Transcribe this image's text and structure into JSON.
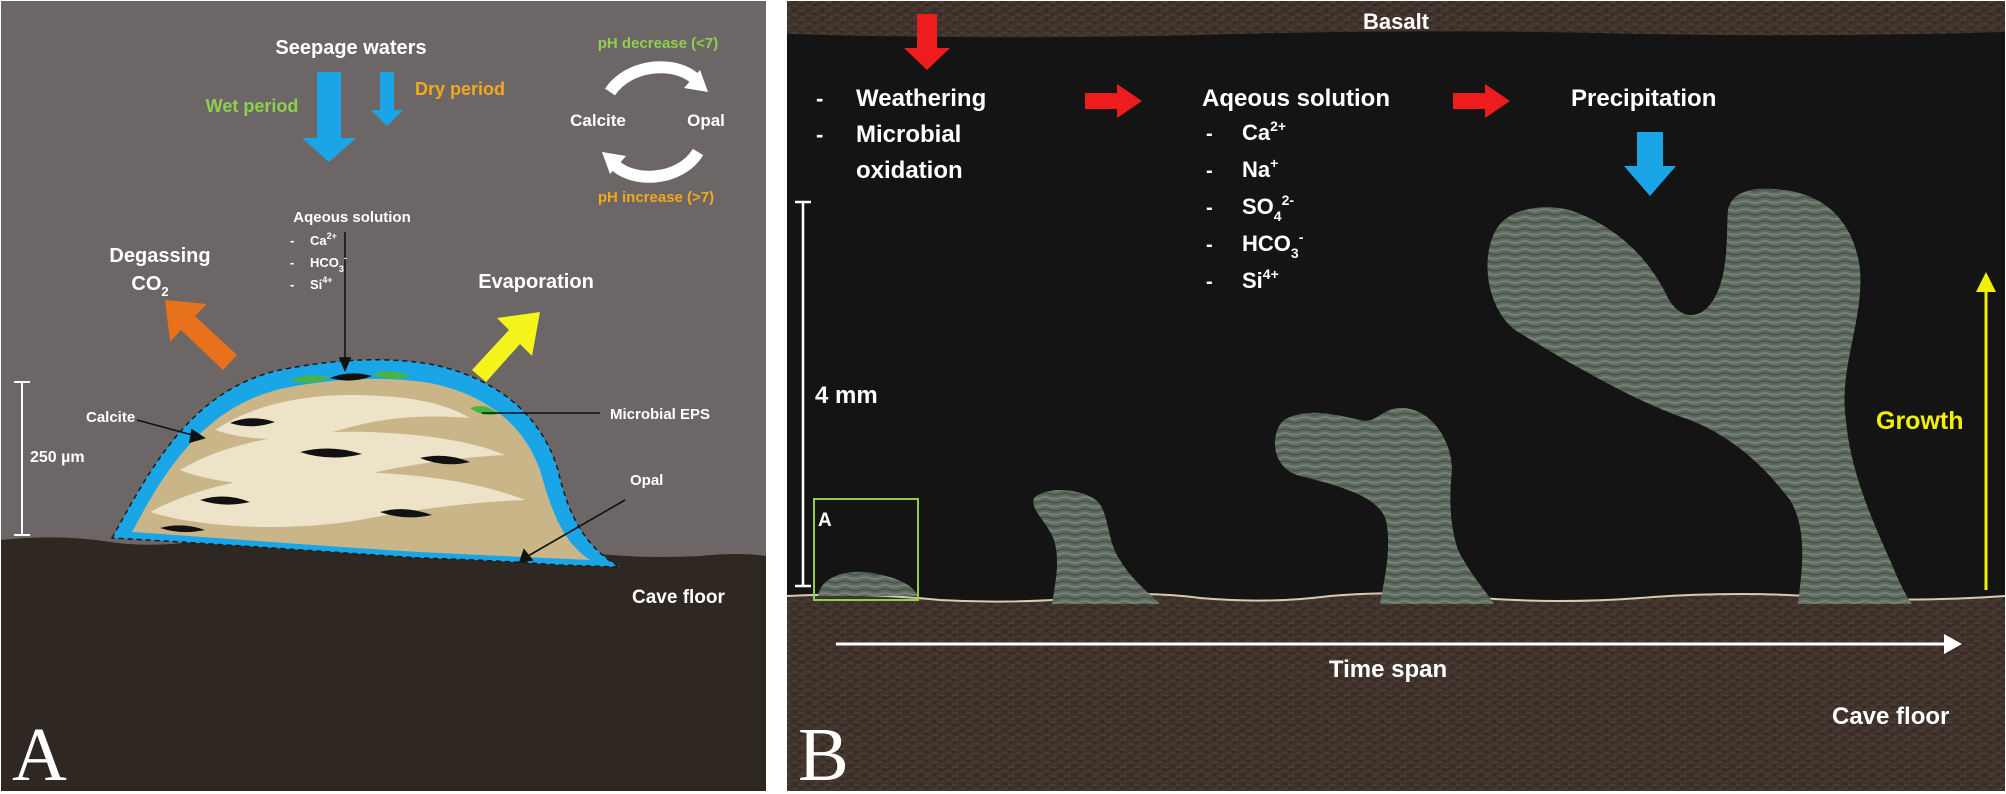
{
  "panel_a": {
    "letter": "A",
    "seepage": "Seepage waters",
    "wet_period": "Wet period",
    "dry_period": "Dry period",
    "ph_decrease": "pH decrease (<7)",
    "ph_increase": "pH increase (>7)",
    "calcite_cycle": "Calcite",
    "opal_cycle": "Opal",
    "solution_title": "Aqeous solution",
    "ions": [
      {
        "base": "Ca",
        "sub": "",
        "sup": "2+"
      },
      {
        "base": "HCO",
        "sub": "3",
        "sup": "-"
      },
      {
        "base": "Si",
        "sub": "",
        "sup": "4+"
      }
    ],
    "degassing": "Degassing",
    "co2_base": "CO",
    "co2_sub": "2",
    "evaporation": "Evaporation",
    "calcite_label": "Calcite",
    "eps_label": "Microbial EPS",
    "opal_label": "Opal",
    "scale": "250 µm",
    "cave_floor": "Cave floor"
  },
  "panel_b": {
    "letter": "B",
    "basalt": "Basalt",
    "process_1": "Weathering",
    "process_2a": "Microbial",
    "process_2b": "oxidation",
    "solution_title": "Aqeous solution",
    "ions": [
      {
        "base": "Ca",
        "sub": "",
        "sup": "2+"
      },
      {
        "base": "Na",
        "sub": "",
        "sup": "+"
      },
      {
        "base": "SO",
        "sub": "4",
        "sup": "2-"
      },
      {
        "base": "HCO",
        "sub": "3",
        "sup": "-"
      },
      {
        "base": "Si",
        "sub": "",
        "sup": "4+"
      }
    ],
    "precipitation": "Precipitation",
    "scale": "4 mm",
    "inset_letter": "A",
    "growth": "Growth",
    "time_span": "Time span",
    "cave_floor": "Cave floor"
  },
  "colors": {
    "panel_a_bg": "#6c6766",
    "panel_b_bg": "#141414",
    "rock": "#2e2722",
    "water_blue": "#1aa6e6",
    "degassing_orange": "#e8711c",
    "evaporation_yellow": "#f5f51d",
    "microbial_green": "#49b541",
    "growth_yellow": "#f0f000",
    "flow_red": "#ee1c1c"
  }
}
